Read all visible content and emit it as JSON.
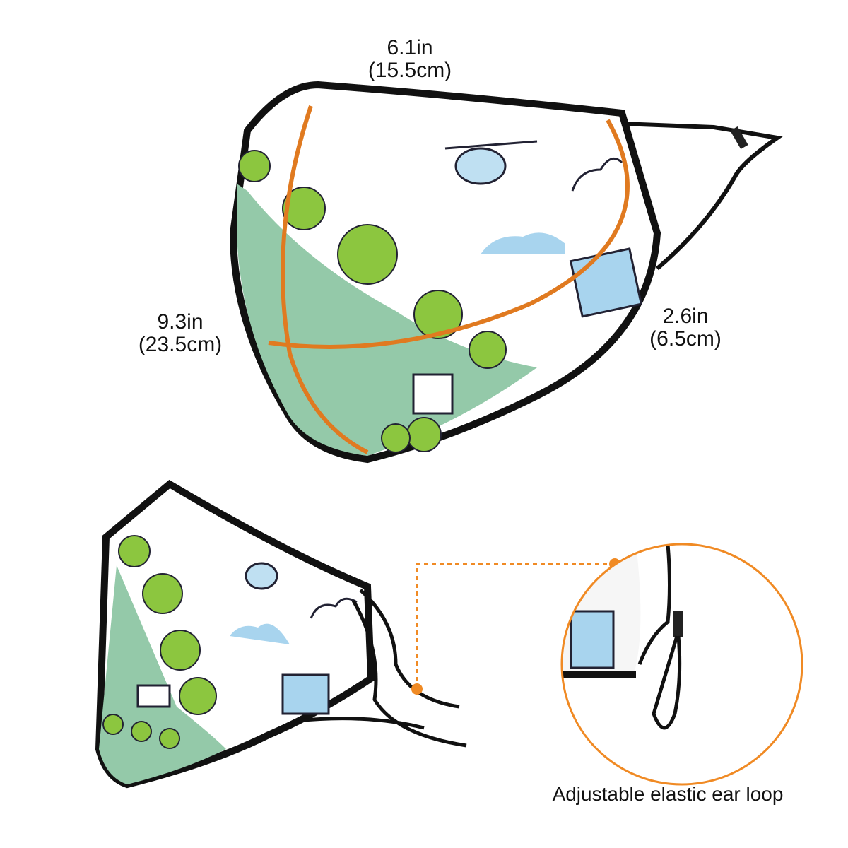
{
  "dimensions": {
    "width": {
      "in": "6.1in",
      "cm": "(15.5cm)"
    },
    "height": {
      "in": "9.3in",
      "cm": "(23.5cm)"
    },
    "depth": {
      "in": "2.6in",
      "cm": "(6.5cm)"
    }
  },
  "caption": "Adjustable elastic ear loop",
  "colors": {
    "accent": "#f08a24",
    "border": "#111111",
    "hill": "#94c9a9",
    "tree": "#8cc63f",
    "building": "#a8d4ee"
  }
}
